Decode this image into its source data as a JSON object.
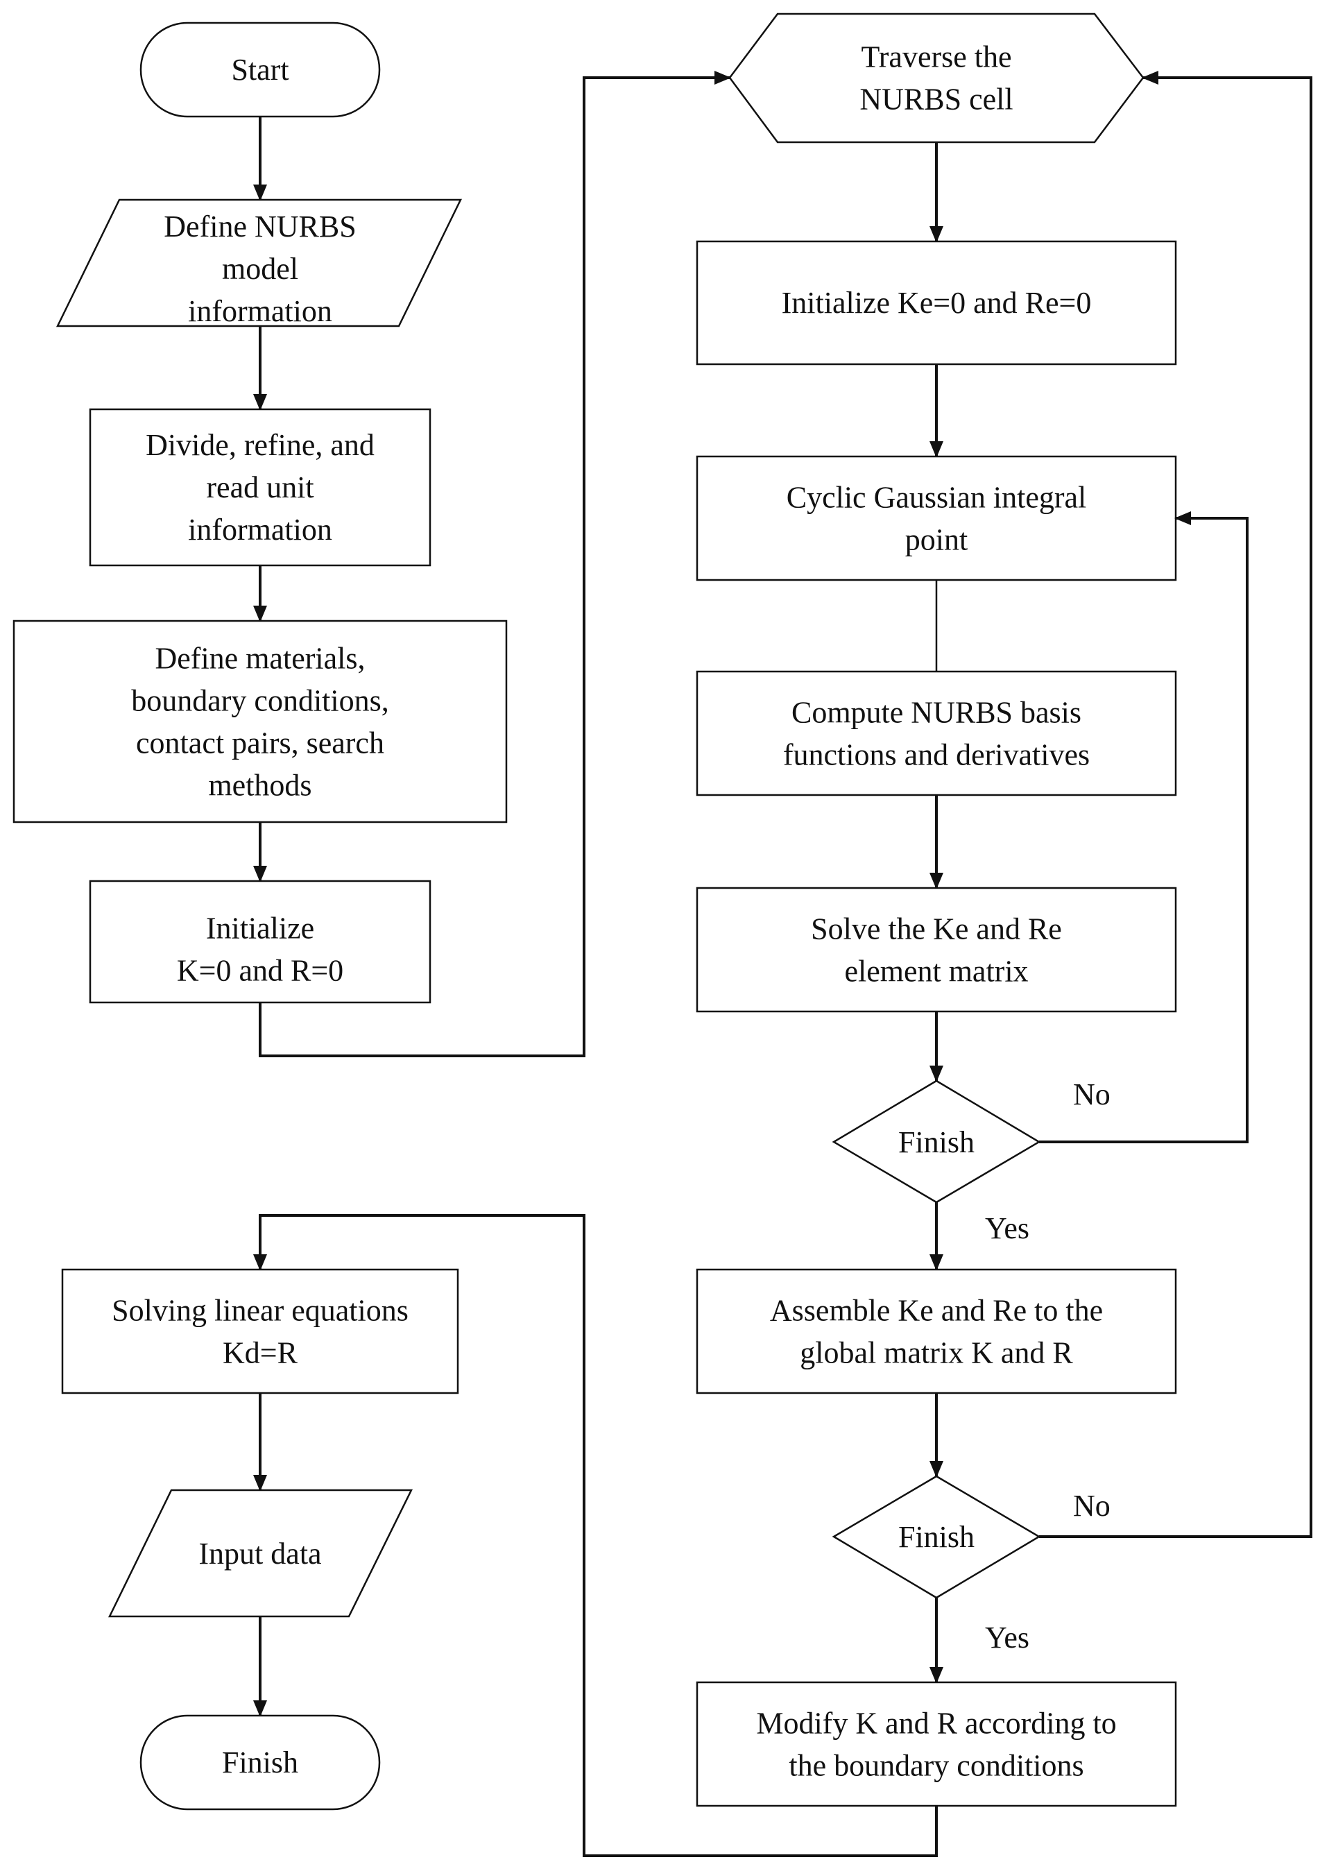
{
  "nodes": {
    "start": [
      "Start"
    ],
    "define_nurbs": [
      "Define NURBS",
      "model",
      "information"
    ],
    "divide_refine": [
      "Divide, refine, and",
      "read unit",
      "information"
    ],
    "define_materials": [
      "Define materials,",
      "boundary conditions,",
      "contact pairs, search",
      "methods"
    ],
    "init_global": [
      "Initialize",
      "K=0 and R=0"
    ],
    "traverse": [
      "Traverse the",
      "NURBS cell"
    ],
    "init_element": [
      "Initialize Ke=0 and Re=0"
    ],
    "cyclic_gauss": [
      "Cyclic Gaussian integral",
      "point"
    ],
    "compute_basis": [
      "Compute NURBS basis",
      "functions and derivatives"
    ],
    "solve_element": [
      "Solve the Ke and Re",
      "element matrix"
    ],
    "finish_decision_1": [
      "Finish"
    ],
    "assemble": [
      "Assemble Ke and Re to the",
      "global matrix K and R"
    ],
    "finish_decision_2": [
      "Finish"
    ],
    "modify_bc": [
      "Modify K and R according to",
      "the boundary conditions"
    ],
    "solve_linear": [
      "Solving linear equations",
      "Kd=R"
    ],
    "input_data": [
      "Input data"
    ],
    "finish_end": [
      "Finish"
    ]
  },
  "edge_labels": {
    "no_1": "No",
    "yes_1": "Yes",
    "no_2": "No",
    "yes_2": "Yes"
  },
  "colors": {
    "stroke": "#111111",
    "fill": "#ffffff",
    "text": "#111111"
  }
}
